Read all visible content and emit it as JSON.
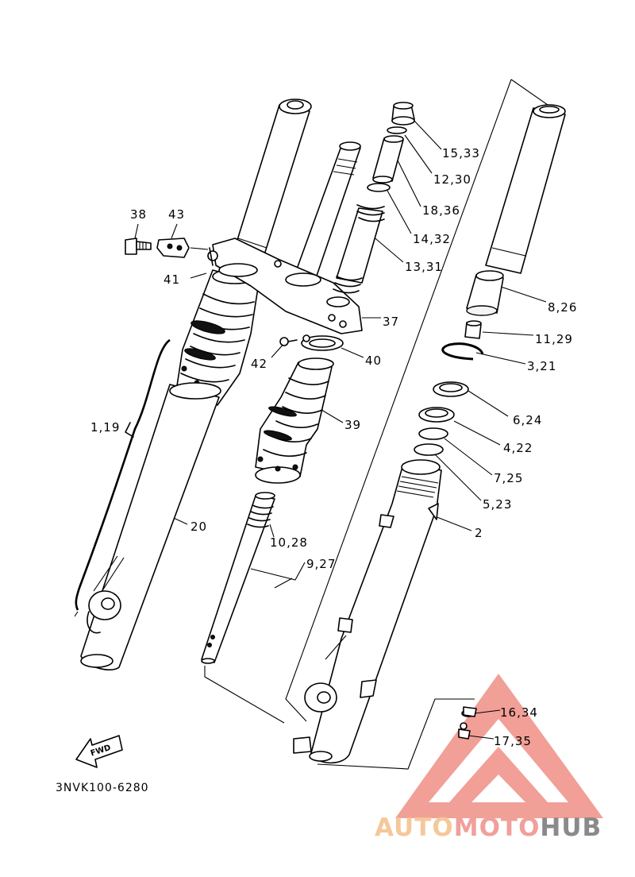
{
  "diagram": {
    "part_labels": {
      "p15_33": "15,33",
      "p12_30": "12,30",
      "p18_36": "18,36",
      "p14_32": "14,32",
      "p13_31": "13,31",
      "p38": "38",
      "p43": "43",
      "p41": "41",
      "p37": "37",
      "p8_26": "8,26",
      "p11_29": "11,29",
      "p3_21": "3,21",
      "p42": "42",
      "p40": "40",
      "p6_24": "6,24",
      "p1_19": "1,19",
      "p39": "39",
      "p4_22": "4,22",
      "p7_25": "7,25",
      "p5_23": "5,23",
      "p20": "20",
      "p2": "2",
      "p10_28": "10,28",
      "p9_27": "9,27",
      "p16_34": "16,34",
      "p17_35": "17,35"
    },
    "fwd_label": "FWD",
    "diagram_code": "3NVK100-6280"
  },
  "watermark": {
    "part1": "AUTO",
    "part2": "MOTO",
    "part3": "HUB",
    "color_auto": "#f5c89a",
    "color_moto": "#f0a09a",
    "color_hub": "#8a8a8a",
    "triangle_color": "#ef8f86"
  }
}
